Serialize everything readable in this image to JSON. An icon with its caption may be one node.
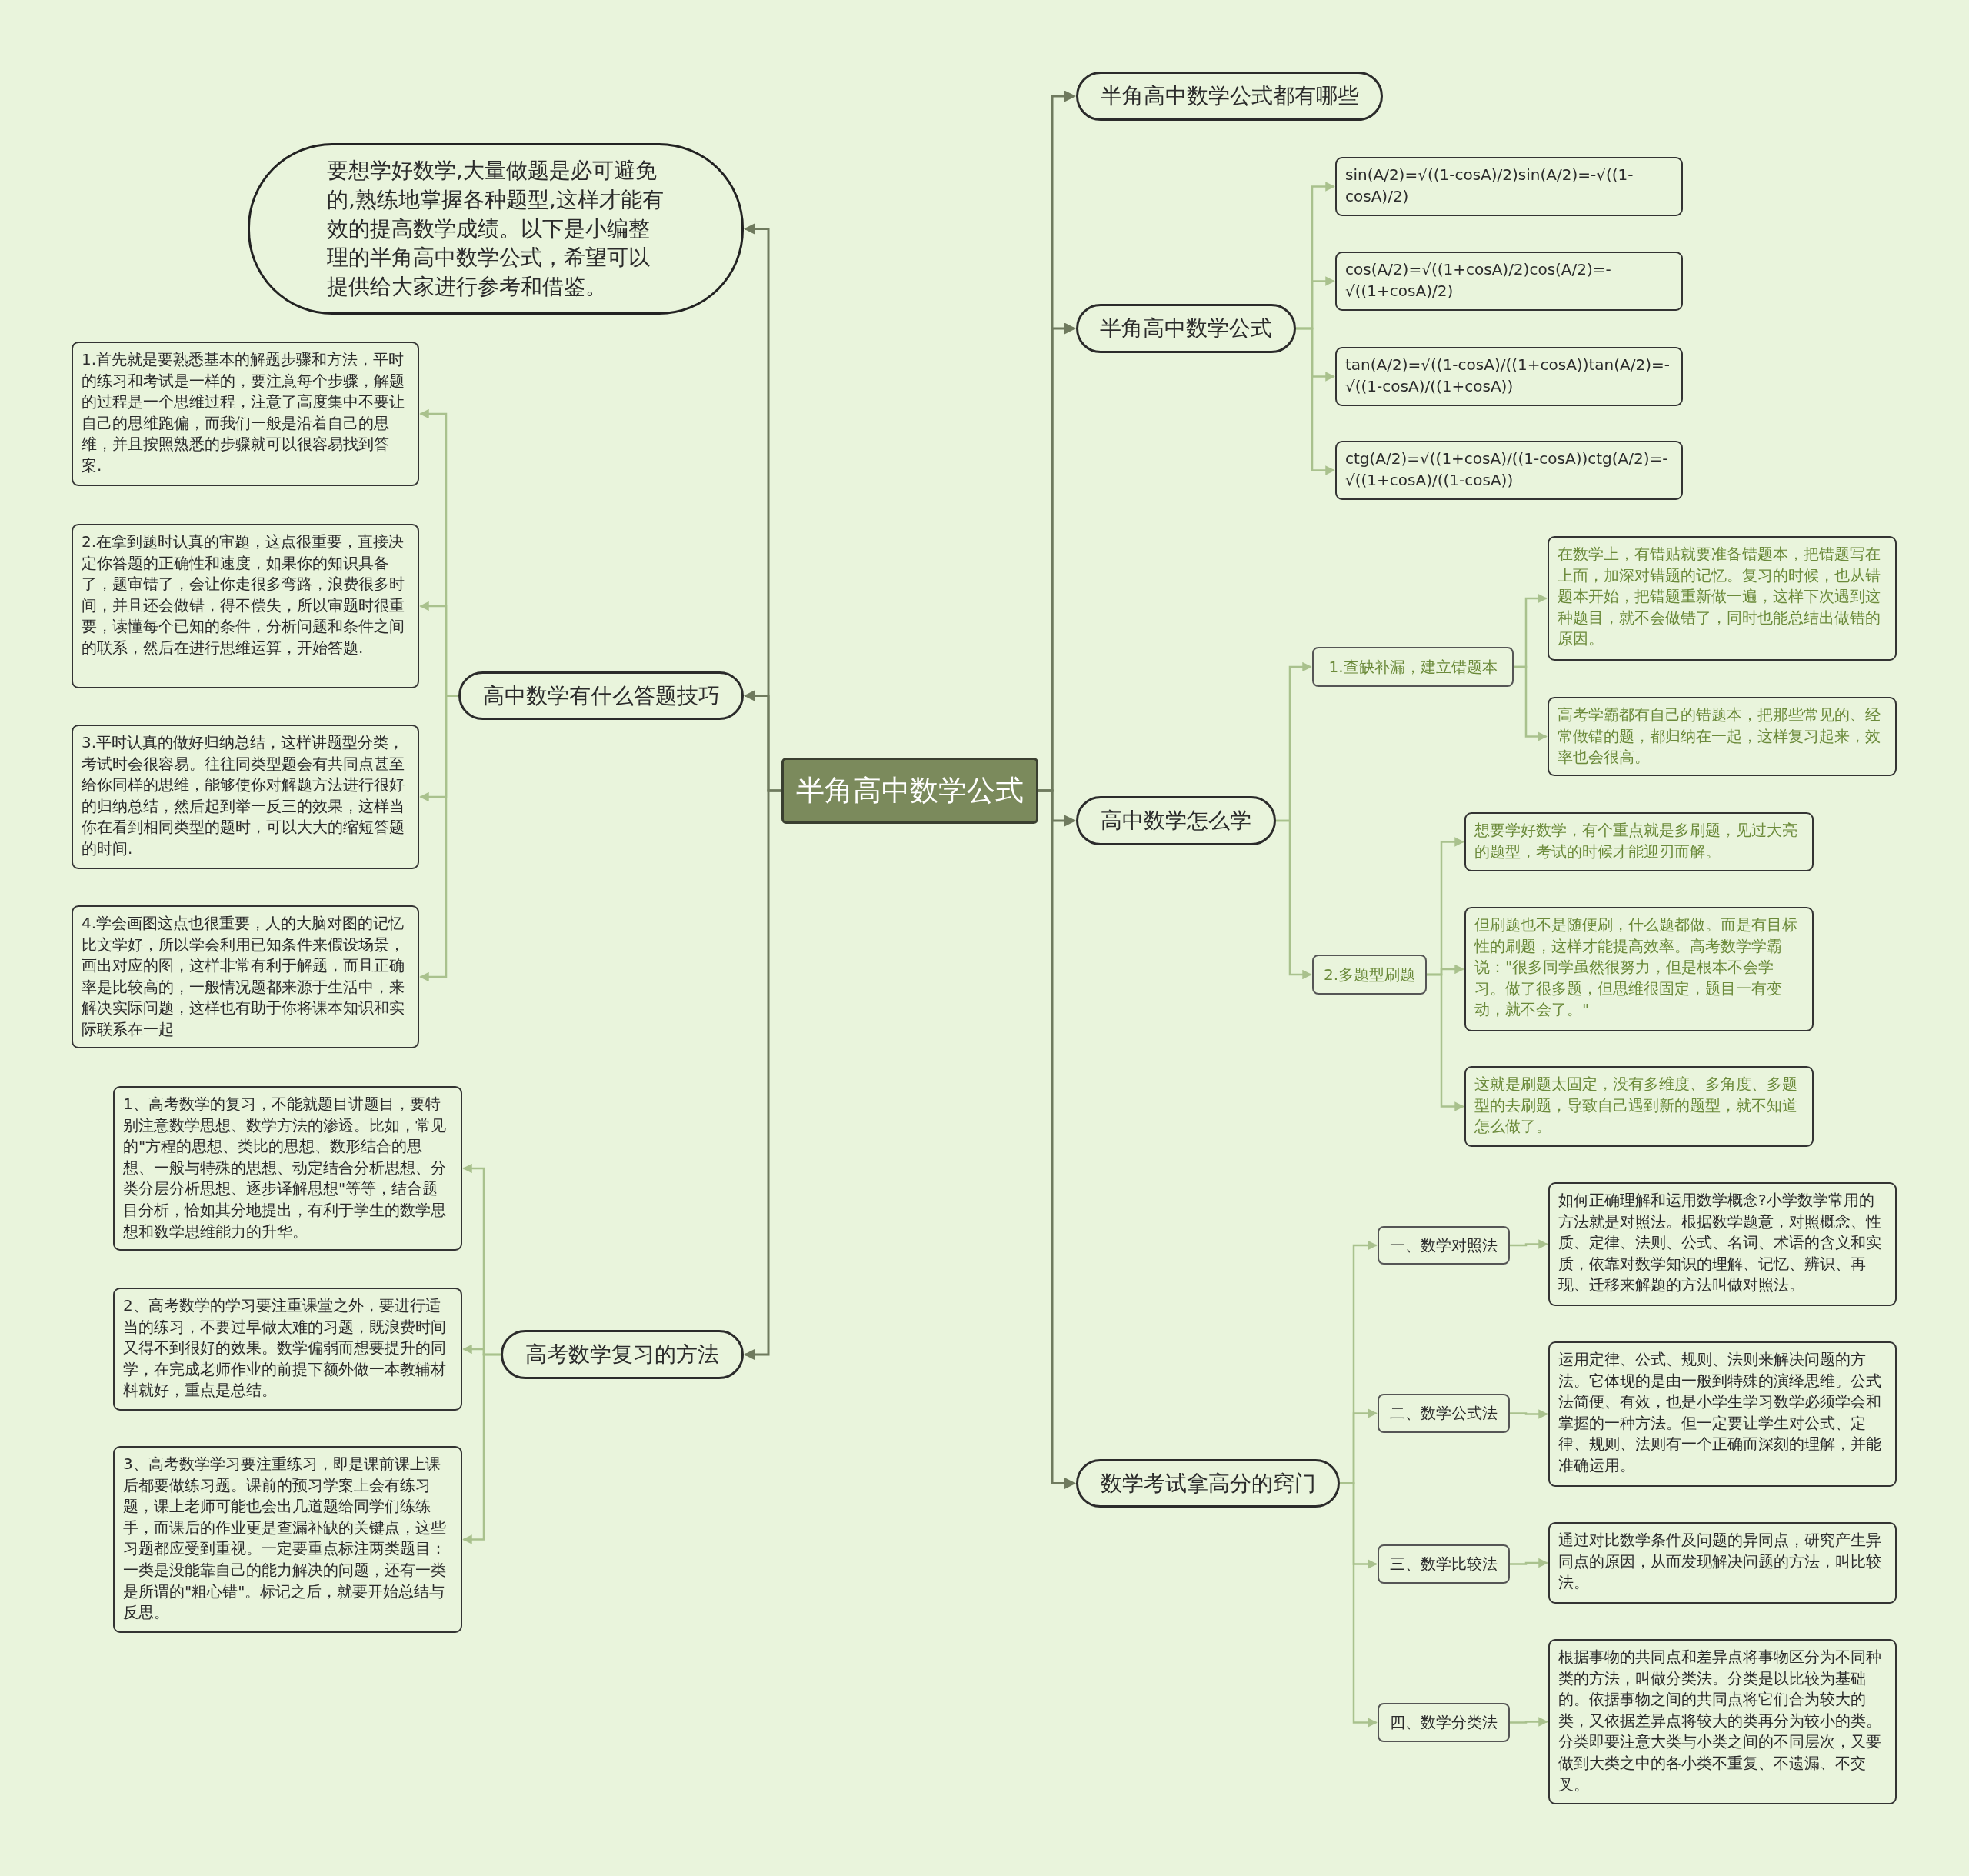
{
  "diagram": {
    "nodes": [
      {
        "text": [
          "半角高中数学公式"
        ]
      },
      {
        "text": [
          "半角高中数学公式都有哪些"
        ]
      },
      {
        "text": [
          "半角高中数学公式"
        ]
      },
      {
        "text": [
          "sin(A/2)=√((1-cosA)/2)sin(A/2)=-√((1-cosA)/2)"
        ]
      },
      {
        "text": [
          "cos(A/2)=√((1+cosA)/2)cos(A/2)=-√((1+cosA)/2)"
        ]
      },
      {
        "text": [
          "tan(A/2)=√((1-cosA)/((1+cosA))tan(A/2)=-√((1-cosA)/((1+cosA))"
        ]
      },
      {
        "text": [
          "ctg(A/2)=√((1+cosA)/((1-cosA))ctg(A/2)=-√((1+cosA)/((1-cosA))"
        ]
      },
      {
        "text": [
          "高中数学怎么学"
        ]
      },
      {
        "text": [
          "1.查缺补漏，建立错题本"
        ]
      },
      {
        "text": [
          "在数学上，有错贴就要准备错题本，把错题写在上面，加深对错题的记忆。复习的时候，也从错题本开始，把错题重新做一遍，这样下次遇到这种题目，就不会做错了，同时也能总结出做错的原因。"
        ]
      },
      {
        "text": [
          "高考学霸都有自己的错题本，把那些常见的、经常做错的题，都归纳在一起，这样复习起来，效率也会很高。"
        ]
      },
      {
        "text": [
          "2.多题型刷题"
        ]
      },
      {
        "text": [
          "想要学好数学，有个重点就是多刷题，见过大亮的题型，考试的时候才能迎刃而解。"
        ]
      },
      {
        "text": [
          "但刷题也不是随便刷，什么题都做。而是有目标性的刷题，这样才能提高效率。高考数学学霸说：\"很多同学虽然很努力，但是根本不会学习。做了很多题，但思维很固定，题目一有变动，就不会了。\""
        ]
      },
      {
        "text": [
          "这就是刷题太固定，没有多维度、多角度、多题型的去刷题，导致自己遇到新的题型，就不知道怎么做了。"
        ]
      },
      {
        "text": [
          "数学考试拿高分的窍门"
        ]
      },
      {
        "text": [
          "一、数学对照法"
        ]
      },
      {
        "text": [
          "如何正确理解和运用数学概念?小学数学常用的方法就是对照法。根据数学题意，对照概念、性质、定律、法则、公式、名词、术语的含义和实质，依靠对数学知识的理解、记忆、辨识、再现、迁移来解题的方法叫做对照法。"
        ]
      },
      {
        "text": [
          "二、数学公式法"
        ]
      },
      {
        "text": [
          "运用定律、公式、规则、法则来解决问题的方法。它体现的是由一般到特殊的演绎思维。公式法简便、有效，也是小学生学习数学必须学会和掌握的一种方法。但一定要让学生对公式、定律、规则、法则有一个正确而深刻的理解，并能准确运用。"
        ]
      },
      {
        "text": [
          "三、数学比较法"
        ]
      },
      {
        "text": [
          "通过对比数学条件及问题的异同点，研究产生异同点的原因，从而发现解决问题的方法，叫比较法。"
        ]
      },
      {
        "text": [
          "四、数学分类法"
        ]
      },
      {
        "text": [
          "根据事物的共同点和差异点将事物区分为不同种类的方法，叫做分类法。分类是以比较为基础的。依据事物之间的共同点将它们合为较大的类，又依据差异点将较大的类再分为较小的类。分类即要注意大类与小类之间的不同层次，又要做到大类之中的各小类不重复、不遗漏、不交叉。"
        ]
      },
      {
        "text": [
          "要想学好数学,大量做题是必可避免的,熟练地掌握各种题型,这样才能有效的提高数学成绩。以下是小编整理的半角高中数学公式，希望可以提供给大家进行参考和借鉴。"
        ]
      },
      {
        "text": [
          "高中数学有什么答题技巧"
        ]
      },
      {
        "text": [
          "1.首先就是要熟悉基本的解题步骤和方法，平时的练习和考试是一样的，要注意每个步骤，解题的过程是一个思维过程，注意了高度集中不要让自己的思维跑偏，而我们一般是沿着自己的思维，并且按照熟悉的步骤就可以很容易找到答案."
        ]
      },
      {
        "text": [
          "2.在拿到题时认真的审题，这点很重要，直接决定你答题的正确性和速度，如果你的知识具备了，题审错了，会让你走很多弯路，浪费很多时间，并且还会做错，得不偿失，所以审题时很重要，读懂每个已知的条件，分析问题和条件之间的联系，然后在进行思维运算，开始答题."
        ]
      },
      {
        "text": [
          "3.平时认真的做好归纳总结，这样讲题型分类，考试时会很容易。往往同类型题会有共同点甚至给你同样的思维，能够使你对解题方法进行很好的归纳总结，然后起到举一反三的效果，这样当你在看到相同类型的题时，可以大大的缩短答题的时间."
        ]
      },
      {
        "text": [
          "4.学会画图这点也很重要，人的大脑对图的记忆比文学好，所以学会利用已知条件来假设场景，画出对应的图，这样非常有利于解题，而且正确率是比较高的，一般情况题都来源于生活中，来解决实际问题，这样也有助于你将课本知识和实际联系在一起"
        ]
      },
      {
        "text": [
          "高考数学复习的方法"
        ]
      },
      {
        "text": [
          "1、高考数学的复习，不能就题目讲题目，要特别注意数学思想、数学方法的渗透。比如，常见的\"方程的思想、类比的思想、数形结合的思想、一般与特殊的思想、动定结合分析思想、分类分层分析思想、逐步译解思想\"等等，结合题目分析，恰如其分地提出，有利于学生的数学思想和数学思维能力的升华。"
        ]
      },
      {
        "text": [
          "2、高考数学的学习要注重课堂之外，要进行适当的练习，不要过早做太难的习题，既浪费时间又得不到很好的效果。数学偏弱而想要提升的同学，在完成老师作业的前提下额外做一本教辅材料就好，重点是总结。"
        ]
      },
      {
        "text": [
          "3、高考数学学习要注重练习，即是课前课上课后都要做练习题。课前的预习学案上会有练习题，课上老师可能也会出几道题给同学们练练手，而课后的作业更是查漏补缺的关键点，这些习题都应受到重视。一定要重点标注两类题目：一类是没能靠自己的能力解决的问题，还有一类是所谓的\"粗心错\"。标记之后，就要开始总结与反思。"
        ]
      }
    ],
    "edges": [
      {
        "from": 0,
        "to": 1,
        "arrow": "to",
        "color": "#6f7a5e"
      },
      {
        "from": 0,
        "to": 2,
        "arrow": "to",
        "color": "#6f7a5e"
      },
      {
        "from": 0,
        "to": 7,
        "arrow": "to",
        "color": "#6f7a5e"
      },
      {
        "from": 0,
        "to": 15,
        "arrow": "to",
        "color": "#6f7a5e"
      },
      {
        "from": 0,
        "to": 24,
        "arrow": "to",
        "color": "#6f7a5e"
      },
      {
        "from": 0,
        "to": 25,
        "arrow": "to",
        "color": "#6f7a5e"
      },
      {
        "from": 0,
        "to": 30,
        "arrow": "to",
        "color": "#6f7a5e"
      },
      {
        "from": 2,
        "to": 3,
        "arrow": "to"
      },
      {
        "from": 2,
        "to": 4,
        "arrow": "to"
      },
      {
        "from": 2,
        "to": 5,
        "arrow": "to"
      },
      {
        "from": 2,
        "to": 6,
        "arrow": "to"
      },
      {
        "from": 7,
        "to": 8,
        "arrow": "to"
      },
      {
        "from": 7,
        "to": 11,
        "arrow": "to"
      },
      {
        "from": 8,
        "to": 9,
        "arrow": "to"
      },
      {
        "from": 8,
        "to": 10,
        "arrow": "to"
      },
      {
        "from": 11,
        "to": 12,
        "arrow": "to"
      },
      {
        "from": 11,
        "to": 13,
        "arrow": "to"
      },
      {
        "from": 11,
        "to": 14,
        "arrow": "to"
      },
      {
        "from": 15,
        "to": 16,
        "arrow": "to"
      },
      {
        "from": 15,
        "to": 18,
        "arrow": "to"
      },
      {
        "from": 15,
        "to": 20,
        "arrow": "to"
      },
      {
        "from": 15,
        "to": 22,
        "arrow": "to"
      },
      {
        "from": 16,
        "to": 17,
        "arrow": "to"
      },
      {
        "from": 18,
        "to": 19,
        "arrow": "to"
      },
      {
        "from": 20,
        "to": 21,
        "arrow": "to"
      },
      {
        "from": 22,
        "to": 23,
        "arrow": "to"
      },
      {
        "from": 25,
        "to": 26,
        "arrow": "to"
      },
      {
        "from": 25,
        "to": 27,
        "arrow": "to"
      },
      {
        "from": 25,
        "to": 28,
        "arrow": "to"
      },
      {
        "from": 25,
        "to": 29,
        "arrow": "to"
      },
      {
        "from": 30,
        "to": 31,
        "arrow": "to"
      },
      {
        "from": 30,
        "to": 32,
        "arrow": "to"
      },
      {
        "from": 30,
        "to": 33,
        "arrow": "to"
      }
    ]
  }
}
